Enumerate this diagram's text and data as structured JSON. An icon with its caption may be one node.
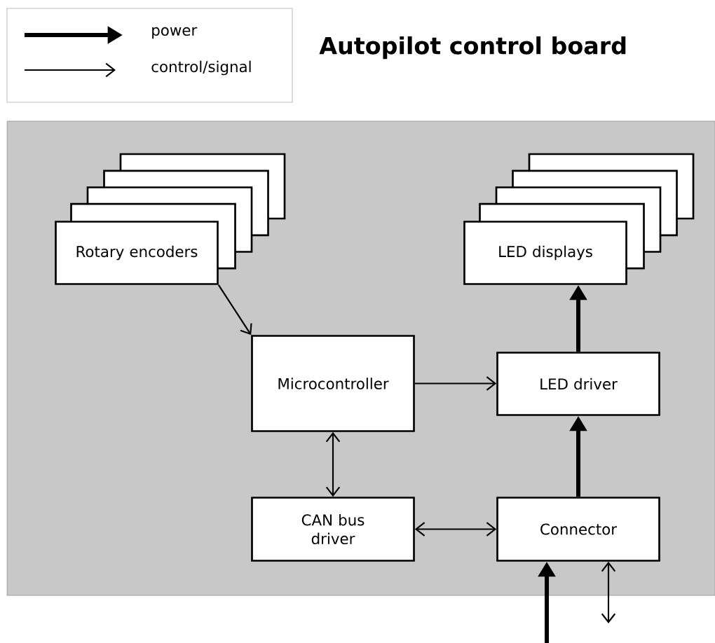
{
  "diagram": {
    "title": "Autopilot control board",
    "nodes": [
      {
        "text": [],
        "shape": "box"
      },
      {
        "text": [
          "Rotary encoders"
        ],
        "in": 0
      },
      {
        "text": [
          "LED displays"
        ],
        "in": 0
      },
      {
        "text": [
          "Microcontroller"
        ],
        "in": 0
      },
      {
        "text": [
          "LED driver"
        ],
        "in": 0
      },
      {
        "text": [
          "CAN bus driver"
        ],
        "in": 0
      },
      {
        "text": [
          "Connector"
        ],
        "in": 0
      }
    ],
    "edges": [
      {
        "from": 1,
        "to": 3,
        "arrow": "to"
      },
      {
        "from": 3,
        "to": 4,
        "arrow": "to"
      },
      {
        "from": 4,
        "to": 2,
        "arrow": "to",
        "style": "thick"
      },
      {
        "from": 3,
        "to": 5,
        "arrow": "both"
      },
      {
        "from": 5,
        "to": 6,
        "arrow": "both"
      },
      {
        "from": 6,
        "to": 4,
        "arrow": "to",
        "style": "thick"
      },
      {
        "from": null,
        "to": 6,
        "arrow": "to",
        "style": "thick"
      },
      {
        "from": 6,
        "to": null,
        "arrow": "both"
      }
    ],
    "legend": [
      {
        "text": "power"
      },
      {
        "text": "control/signal"
      }
    ]
  }
}
